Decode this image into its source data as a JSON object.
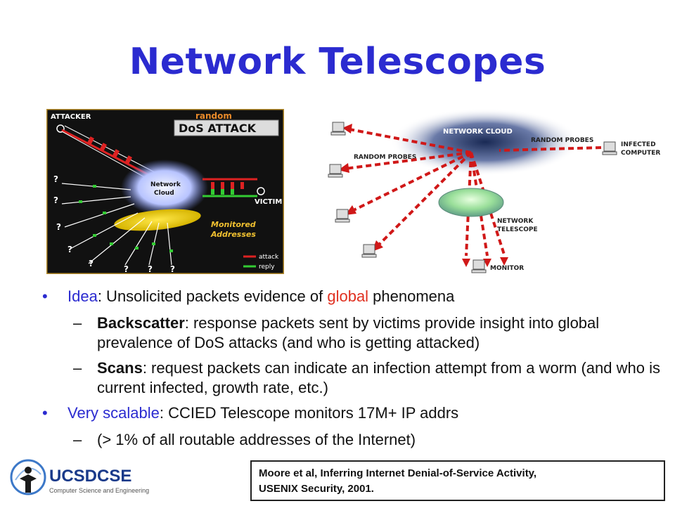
{
  "title": "Network Telescopes",
  "figure_left": {
    "attacker_label": "ATTACKER",
    "random_label": "random",
    "dos_label": "DoS ATTACK",
    "cloud_label_1": "Network",
    "cloud_label_2": "Cloud",
    "victim_label": "VICTIM",
    "monitored_1": "Monitored",
    "monitored_2": "Addresses",
    "question": "?",
    "legend_attack": "attack",
    "legend_reply": "reply"
  },
  "figure_right": {
    "cloud_label": "NETWORK CLOUD",
    "random_probes_1": "RANDOM PROBES",
    "random_probes_2": "RANDOM PROBES",
    "infected_1": "INFECTED",
    "infected_2": "COMPUTER",
    "telescope_1": "NETWORK",
    "telescope_2": "TELESCOPE",
    "monitor": "MONITOR"
  },
  "bullets": {
    "idea_lead": "Idea",
    "idea_rest_1": ": Unsolicited packets evidence of ",
    "idea_global": "global",
    "idea_rest_2": " phenomena",
    "backscatter_lead": "Backscatter",
    "backscatter_text": ": response packets sent by victims provide insight into global prevalence of DoS attacks (and who is getting attacked)",
    "scans_lead": "Scans",
    "scans_text": ": request packets can indicate an infection attempt from a worm (and who is current infected, growth rate, etc.)",
    "scalable_lead": "Very scalable",
    "scalable_text": ": CCIED Telescope monitors 17M+ IP addrs",
    "routable_text": "(> 1% of all routable addresses of the Internet)",
    "bullet_glyph": "•",
    "dash_glyph": "–"
  },
  "citation": {
    "line1": "Moore et al, Inferring Internet Denial-of-Service Activity,",
    "line2": "USENIX Security, 2001."
  },
  "logo": {
    "name": "UCSDCSE",
    "sub": "Computer Science and Engineering"
  }
}
